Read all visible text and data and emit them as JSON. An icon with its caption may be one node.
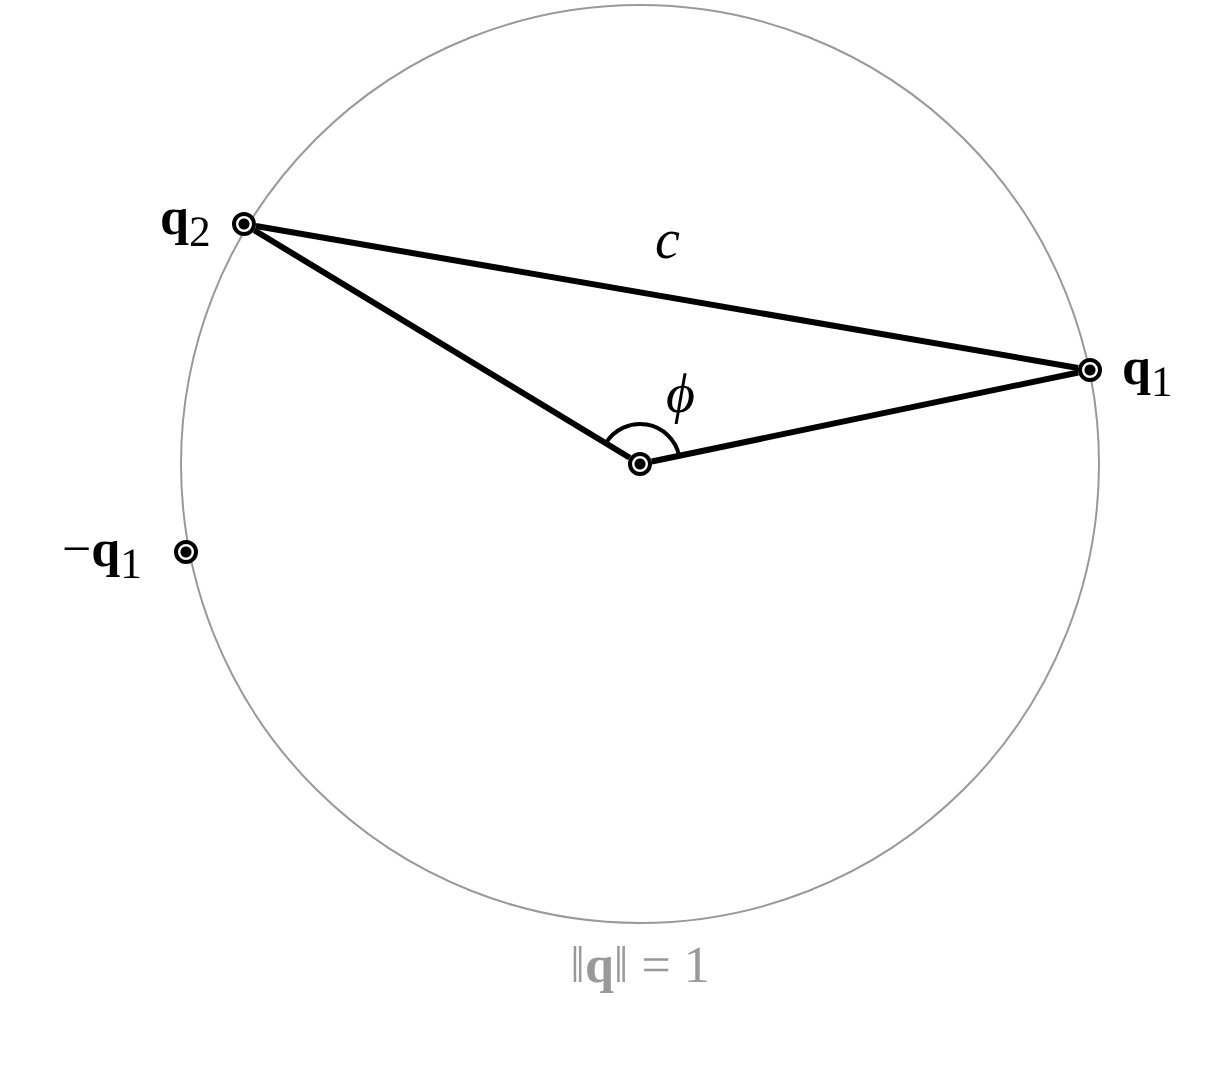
{
  "diagram": {
    "nodes": [
      {
        "text": [
          "‖**q**‖ = 1"
        ]
      },
      {
        "text": [],
        "shape": "circle",
        "in": 0,
        "beside": [
          "**q**$_{2}$"
        ]
      },
      {
        "text": [],
        "shape": "circle",
        "in": 0,
        "beside": [
          "**q**$_{1}$"
        ]
      },
      {
        "text": [],
        "shape": "circle",
        "in": 0
      },
      {
        "text": [],
        "shape": "circle",
        "in": 0,
        "beside": [
          "−**q**$_{1}$"
        ]
      }
    ],
    "edges": [
      {
        "from": 1,
        "to": 2,
        "arrow": "none",
        "label": "c"
      },
      {
        "from": 3,
        "to": 1,
        "arrow": "none"
      },
      {
        "from": 3,
        "to": 2,
        "arrow": "none"
      }
    ],
    "labels": [
      "ϕ"
    ]
  }
}
